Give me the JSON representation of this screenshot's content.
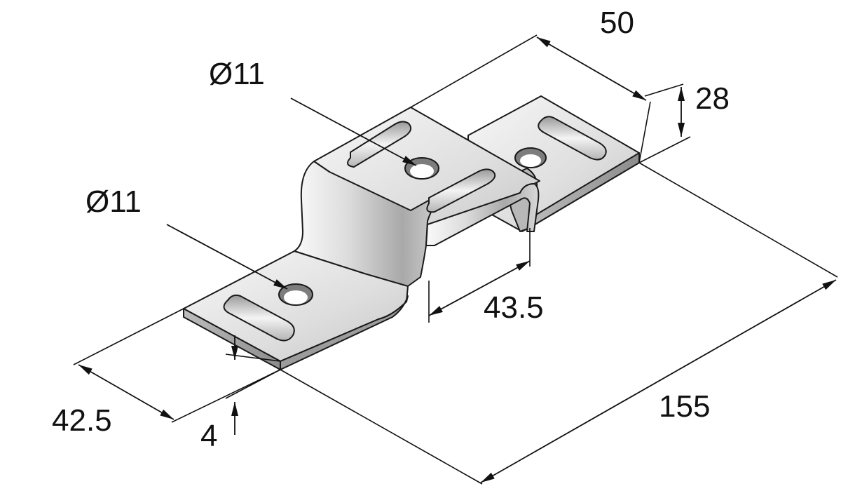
{
  "dimensions": {
    "width_top": "50",
    "flange_height": "28",
    "hole_top": "Ø11",
    "hole_left": "Ø11",
    "channel_width": "43.5",
    "overall_length": "155",
    "plate_width": "42.5",
    "thickness": "4"
  },
  "colors": {
    "metal_light": "#f2f2f2",
    "metal_mid": "#cfcfcf",
    "metal_dark": "#8f8f8f",
    "line": "#111111"
  }
}
